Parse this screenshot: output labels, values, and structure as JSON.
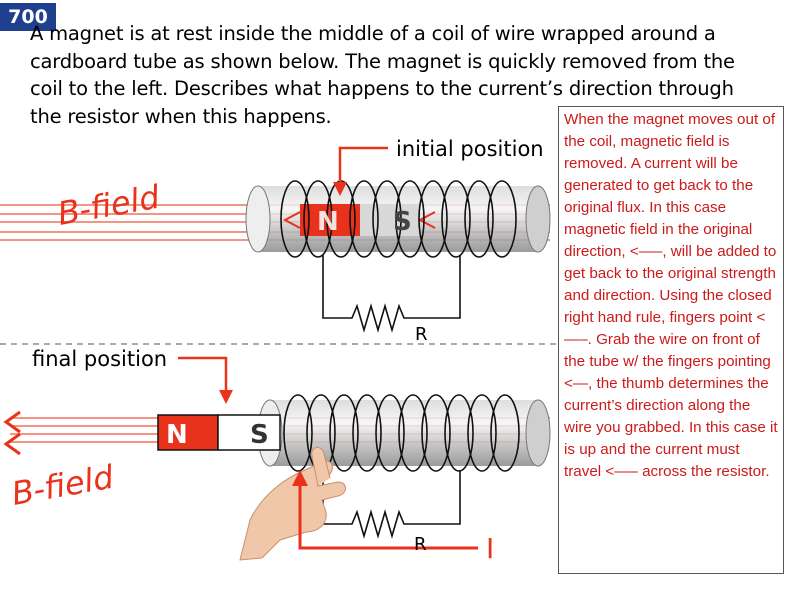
{
  "slide_number": "700",
  "question": "A magnet is at rest inside the middle of a coil of wire wrapped around a cardboard tube as shown below. The magnet is quickly removed from the coil to the left. Describes what happens to the current’s direction through the resistor when this happens.",
  "explanation": "When the magnet moves out of the coil, magnetic field is removed. A current will be generated to get back to the original flux. In this case magnetic field in the original direction, <—–, will be added to get back to the original strength and direction. Using the closed right hand rule, fingers point <—–. Grab the wire on front of the tube w/ the fingers pointing <—, the thumb determines the current’s direction along the wire you grabbed. In this case it is up and the current must travel <—– across the resistor.",
  "labels": {
    "initial_position": "initial position",
    "final_position": "final position",
    "b_field_top": "B-field",
    "b_field_bottom": "B-field",
    "resistor_top": "R",
    "resistor_bottom": "R",
    "current": "I",
    "magnet_top_n": "N",
    "magnet_top_s": "S",
    "magnet_bottom_n": "N",
    "magnet_bottom_s": "S"
  },
  "colors": {
    "accent_red": "#e8321c",
    "badge_blue": "#1f3f8f",
    "text_red": "#cc1a1a"
  }
}
